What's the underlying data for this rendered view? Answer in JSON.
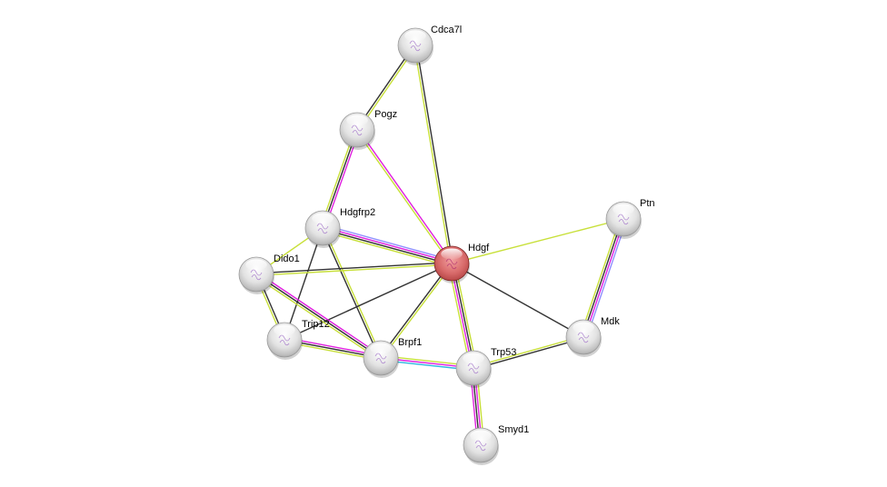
{
  "diagram": {
    "type": "protein-interaction-network",
    "query_node": "Hdgf",
    "nodes": [
      {
        "id": "Cdca7l",
        "label": "Cdca7l",
        "query": false
      },
      {
        "id": "Pogz",
        "label": "Pogz",
        "query": false
      },
      {
        "id": "Hdgfrp2",
        "label": "Hdgfrp2",
        "query": false
      },
      {
        "id": "Hdgf",
        "label": "Hdgf",
        "query": true
      },
      {
        "id": "Ptn",
        "label": "Ptn",
        "query": false
      },
      {
        "id": "Dido1",
        "label": "Dido1",
        "query": false
      },
      {
        "id": "Trip12",
        "label": "Trip12",
        "query": false
      },
      {
        "id": "Brpf1",
        "label": "Brpf1",
        "query": false
      },
      {
        "id": "Trp53",
        "label": "Trp53",
        "query": false
      },
      {
        "id": "Mdk",
        "label": "Mdk",
        "query": false
      },
      {
        "id": "Smyd1",
        "label": "Smyd1",
        "query": false
      }
    ],
    "edge_colors": {
      "textmining": "#c8e03a",
      "coexpression": "#333333",
      "experiments": "#e020e0",
      "databases": "#30b8e0",
      "homology": "#9090ff"
    },
    "query_node_color": "#d05050",
    "node_color": "#e0e0e0",
    "edges": [
      {
        "source": "Cdca7l",
        "target": "Pogz",
        "evidence": [
          "textmining",
          "coexpression"
        ]
      },
      {
        "source": "Cdca7l",
        "target": "Hdgf",
        "evidence": [
          "coexpression",
          "textmining"
        ]
      },
      {
        "source": "Pogz",
        "target": "Hdgfrp2",
        "evidence": [
          "experiments",
          "coexpression",
          "textmining"
        ]
      },
      {
        "source": "Pogz",
        "target": "Hdgf",
        "evidence": [
          "experiments",
          "textmining"
        ]
      },
      {
        "source": "Hdgfrp2",
        "target": "Hdgf",
        "evidence": [
          "homology",
          "experiments",
          "coexpression",
          "textmining"
        ]
      },
      {
        "source": "Hdgfrp2",
        "target": "Dido1",
        "evidence": [
          "textmining"
        ]
      },
      {
        "source": "Hdgfrp2",
        "target": "Trip12",
        "evidence": [
          "coexpression"
        ]
      },
      {
        "source": "Hdgfrp2",
        "target": "Brpf1",
        "evidence": [
          "textmining",
          "coexpression"
        ]
      },
      {
        "source": "Hdgf",
        "target": "Ptn",
        "evidence": [
          "textmining"
        ]
      },
      {
        "source": "Hdgf",
        "target": "Dido1",
        "evidence": [
          "textmining",
          "coexpression"
        ]
      },
      {
        "source": "Hdgf",
        "target": "Trip12",
        "evidence": [
          "coexpression"
        ]
      },
      {
        "source": "Hdgf",
        "target": "Brpf1",
        "evidence": [
          "textmining",
          "coexpression"
        ]
      },
      {
        "source": "Hdgf",
        "target": "Trp53",
        "evidence": [
          "textmining",
          "coexpression",
          "experiments",
          "textmining"
        ]
      },
      {
        "source": "Hdgf",
        "target": "Mdk",
        "evidence": [
          "coexpression"
        ]
      },
      {
        "source": "Ptn",
        "target": "Mdk",
        "evidence": [
          "homology",
          "experiments",
          "coexpression",
          "textmining"
        ]
      },
      {
        "source": "Dido1",
        "target": "Trip12",
        "evidence": [
          "coexpression",
          "textmining"
        ]
      },
      {
        "source": "Dido1",
        "target": "Brpf1",
        "evidence": [
          "experiments",
          "coexpression",
          "textmining"
        ]
      },
      {
        "source": "Trip12",
        "target": "Brpf1",
        "evidence": [
          "experiments",
          "coexpression",
          "textmining"
        ]
      },
      {
        "source": "Brpf1",
        "target": "Trp53",
        "evidence": [
          "textmining",
          "experiments",
          "databases"
        ]
      },
      {
        "source": "Trp53",
        "target": "Mdk",
        "evidence": [
          "textmining",
          "coexpression"
        ]
      },
      {
        "source": "Trp53",
        "target": "Smyd1",
        "evidence": [
          "textmining",
          "experiments",
          "coexpression",
          "experiments"
        ]
      }
    ]
  }
}
